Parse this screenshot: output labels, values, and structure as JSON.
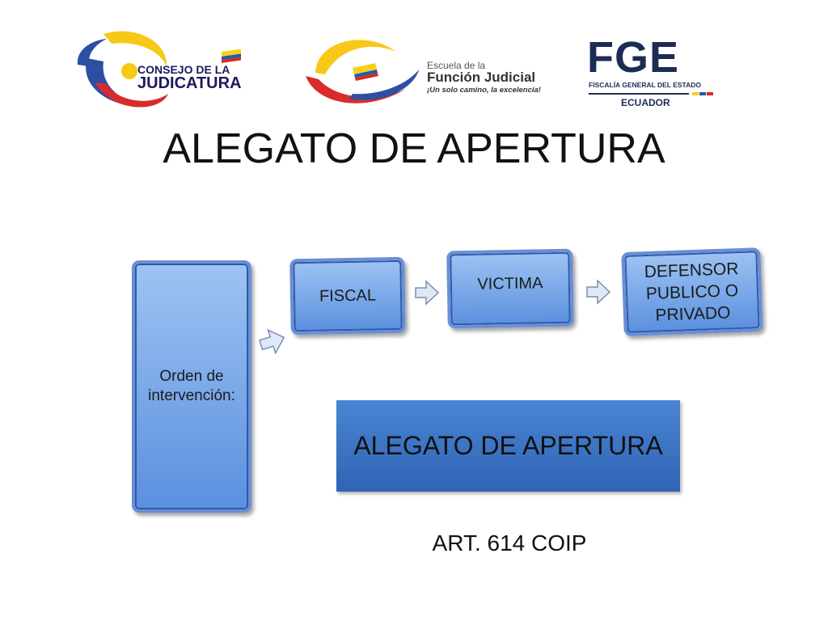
{
  "logos": {
    "consejo": {
      "line1": "CONSEJO DE LA",
      "line2": "JUDICATURA",
      "icon": "consejo-judicatura-swirl-logo"
    },
    "escuela": {
      "line1": "Escuela de la",
      "line2": "Función Judicial",
      "tagline": "¡Un solo camino, la excelencia!",
      "icon": "escuela-funcion-judicial-swirl-logo"
    },
    "fge": {
      "acronym": "FGE",
      "name": "FISCALÍA GENERAL DEL ESTADO",
      "country": "ECUADOR"
    }
  },
  "title": "ALEGATO DE APERTURA",
  "diagram": {
    "order_box": {
      "line1": "Orden de",
      "line2": "intervención:"
    },
    "steps": [
      {
        "label": "FISCAL"
      },
      {
        "label": "VICTIMA"
      },
      {
        "line1": "DEFENSOR",
        "line2": "PUBLICO O",
        "line3": "PRIVADO"
      }
    ],
    "banner": "ALEGATO DE APERTURA"
  },
  "footer": {
    "article": "ART. 614 COIP"
  },
  "colors": {
    "box_light": "#9dc3f2",
    "box_dark": "#5b90df",
    "banner": "#3a73c4",
    "fge_navy": "#1d2c55",
    "flag_yellow": "#f7d117",
    "flag_blue": "#1c5bb8",
    "flag_red": "#d52b1e"
  }
}
